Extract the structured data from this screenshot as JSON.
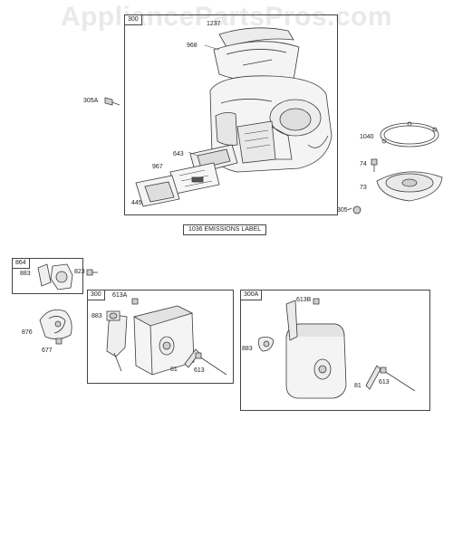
{
  "watermark": "AppliancePartsPros.com",
  "emissions_label": "1036 EMISSIONS LABEL",
  "groups": {
    "main": "300",
    "g864": "864",
    "g300": "300",
    "g300a": "300A"
  },
  "parts": {
    "p1237": "1237",
    "p968": "968",
    "p305a": "305A",
    "p643": "643",
    "p967": "967",
    "p445": "445",
    "p1040": "1040",
    "p74": "74",
    "p73": "73",
    "p305": "305",
    "p883a": "883",
    "p823": "823",
    "p876": "876",
    "p677": "677",
    "p613a": "613A",
    "p883b": "883",
    "p81a": "81",
    "p613a2": "613",
    "p613b": "613B",
    "p883c": "883",
    "p81b": "81",
    "p613b2": "613"
  },
  "colors": {
    "line": "#3a3a3a",
    "fill": "#f4f4f4",
    "shade": "#cfcfcf",
    "dark": "#555555"
  }
}
